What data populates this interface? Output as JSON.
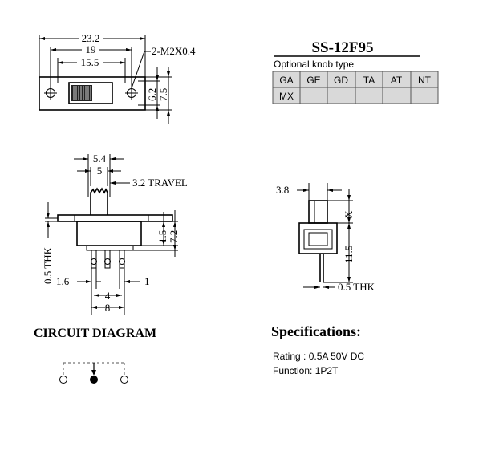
{
  "part_number": "SS-12F95",
  "knob_table": {
    "caption": "Optional knob type",
    "row1": [
      "GA",
      "GE",
      "GD",
      "TA",
      "AT",
      "NT"
    ],
    "row2": [
      "MX",
      "",
      "",
      "",
      "",
      ""
    ]
  },
  "top_view": {
    "dim_overall": "23.2",
    "dim_mid": "19",
    "dim_inner": "15.5",
    "dim_holes": "2-M2X0.4",
    "dim_h1": "6.2",
    "dim_h2": "7.5"
  },
  "front_view": {
    "dim_top1": "5.4",
    "dim_top2": "5",
    "dim_travel": "3.2 TRAVEL",
    "dim_thk": "0.5 THK",
    "dim_r1": "1.5",
    "dim_r2": "7.2",
    "dim_b_left": "1.6",
    "dim_b_right": "1",
    "dim_b_mid": "4",
    "dim_b_total": "8"
  },
  "side_view": {
    "dim_width": "3.8",
    "dim_x": "X",
    "dim_height": "11.5",
    "dim_thk": "0.5 THK"
  },
  "circuit": {
    "heading": "CIRCUIT DIAGRAM"
  },
  "specifications": {
    "heading": "Specifications:",
    "rating": "Rating : 0.5A 50V DC",
    "function": "Function: 1P2T"
  }
}
